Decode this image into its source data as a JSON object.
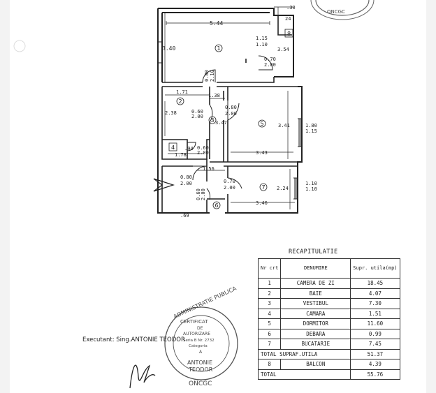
{
  "plan": {
    "dimensions": {
      "top_width": "5.44",
      "left_height": "3.40",
      "corner_30": ".30",
      "corner_24": "24",
      "niche_top": "1.15",
      "niche_bottom": "1.10",
      "right_354": "3.54",
      "door_top_width": "0.70",
      "door_top_height": "2.00",
      "door_center_width": "0.80",
      "door_center_height": "2.10",
      "bath_width": "1.71",
      "bath_height": "2.38",
      "hall_138": "1.38",
      "hall_347": "3.47",
      "bath_door_w": "0.60",
      "bath_door_h": "2.00",
      "bedroom_door_w": "0.80",
      "bedroom_door_h": "2.00",
      "bedroom_h": "3.41",
      "window_w": "1.80",
      "window_h": "1.15",
      "bedroom_w": "3.43",
      "closet_94": ".94",
      "closet_178": "1.78",
      "closet_door_w": "0.60",
      "closet_door_h": "2.00",
      "hall_156": "1.56",
      "entry_w": "0.80",
      "entry_h": "2.00",
      "kitchen_door_w": "0.70",
      "kitchen_door_h": "2.00",
      "kitchen_h": "2.24",
      "kitchen_win_w": "1.10",
      "kitchen_win_h": "1.10",
      "kitchen_w": "3.46",
      "debara_door_w": "0.60",
      "debara_door_h": "2.00",
      "bottom_69": ".69"
    },
    "room_numbers": [
      "1",
      "2",
      "3",
      "4",
      "5",
      "6",
      "7",
      "8"
    ]
  },
  "recap": {
    "title": "RECAPITULATIE",
    "headers": {
      "nr": "Nr crt",
      "name": "DENUMIRE",
      "area": "Supr. utila(mp)"
    },
    "rows": [
      {
        "nr": "1",
        "name": "CAMERA DE ZI",
        "area": "18.45"
      },
      {
        "nr": "2",
        "name": "BAIE",
        "area": "4.07"
      },
      {
        "nr": "3",
        "name": "VESTIBUL",
        "area": "7.30"
      },
      {
        "nr": "4",
        "name": "CAMARA",
        "area": "1.51"
      },
      {
        "nr": "5",
        "name": "DORMITOR",
        "area": "11.60"
      },
      {
        "nr": "6",
        "name": "DEBARA",
        "area": "0.99"
      },
      {
        "nr": "7",
        "name": "BUCATARIE",
        "area": "7.45"
      }
    ],
    "total_util_label": "TOTAL SUPRAF.UTILA",
    "total_util_value": "51.37",
    "balcon": {
      "nr": "8",
      "name": "BALCON",
      "area": "4.39"
    },
    "total_label": "TOTAL",
    "total_value": "55.76"
  },
  "executant": "Executant: Sing.ANTONIE TEODOR",
  "stamp": {
    "ring_top": "ADMINISTRATIE PUBLICA",
    "ring_bottom": "ONCGC",
    "line1": "CERTIFICAT",
    "line2": "DE",
    "line3": "AUTORIZARE",
    "line4": "Seria B Nr. 2732",
    "line5": "Categoria",
    "line6": "A",
    "name1": "ANTONIE",
    "name2": "TEODOR",
    "top_stamp_text": "ONCGC"
  }
}
